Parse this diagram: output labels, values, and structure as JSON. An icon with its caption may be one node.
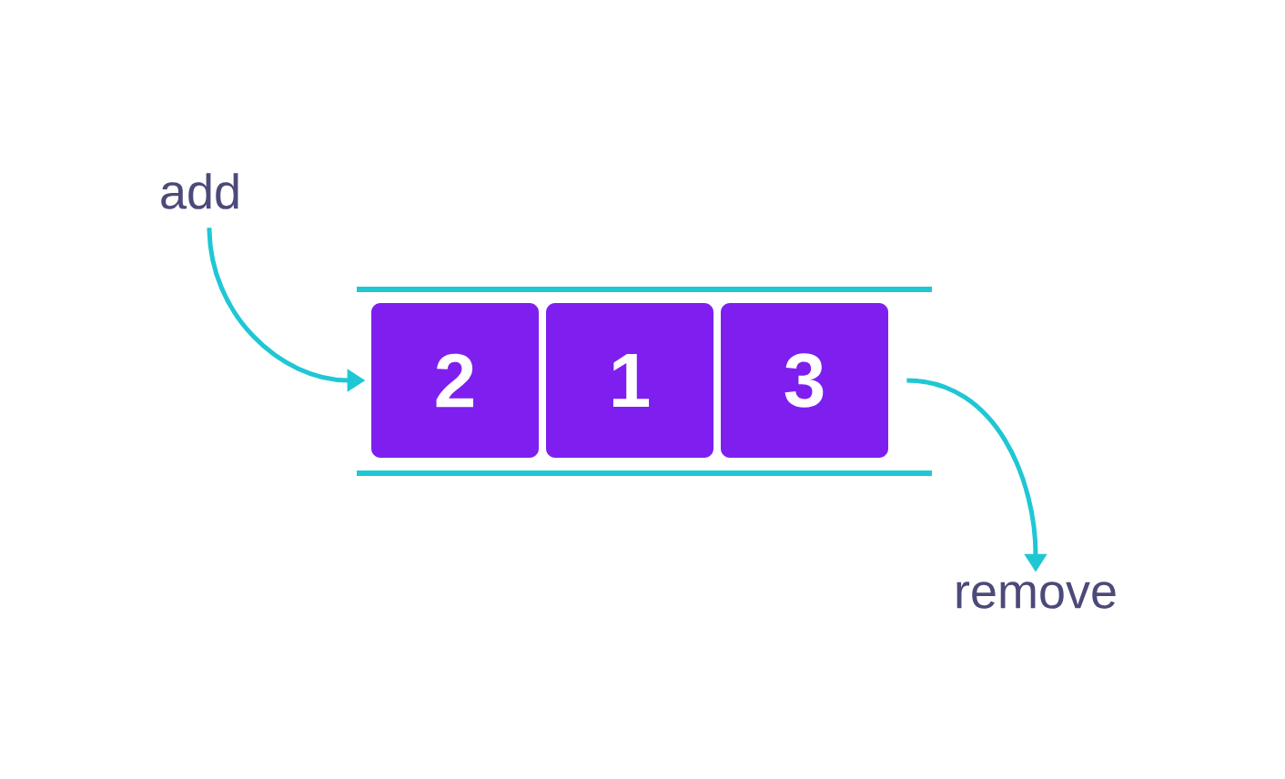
{
  "diagram": {
    "nodes": [
      {
        "text": [
          "add"
        ]
      },
      {
        "text": [
          "2"
        ]
      },
      {
        "text": [
          "1"
        ]
      },
      {
        "text": [
          "3"
        ]
      },
      {
        "text": [
          "remove"
        ]
      }
    ],
    "edges": [
      {
        "from": 0,
        "to": 1,
        "arrow": "to"
      },
      {
        "from": 3,
        "to": 4,
        "arrow": "to"
      }
    ]
  }
}
